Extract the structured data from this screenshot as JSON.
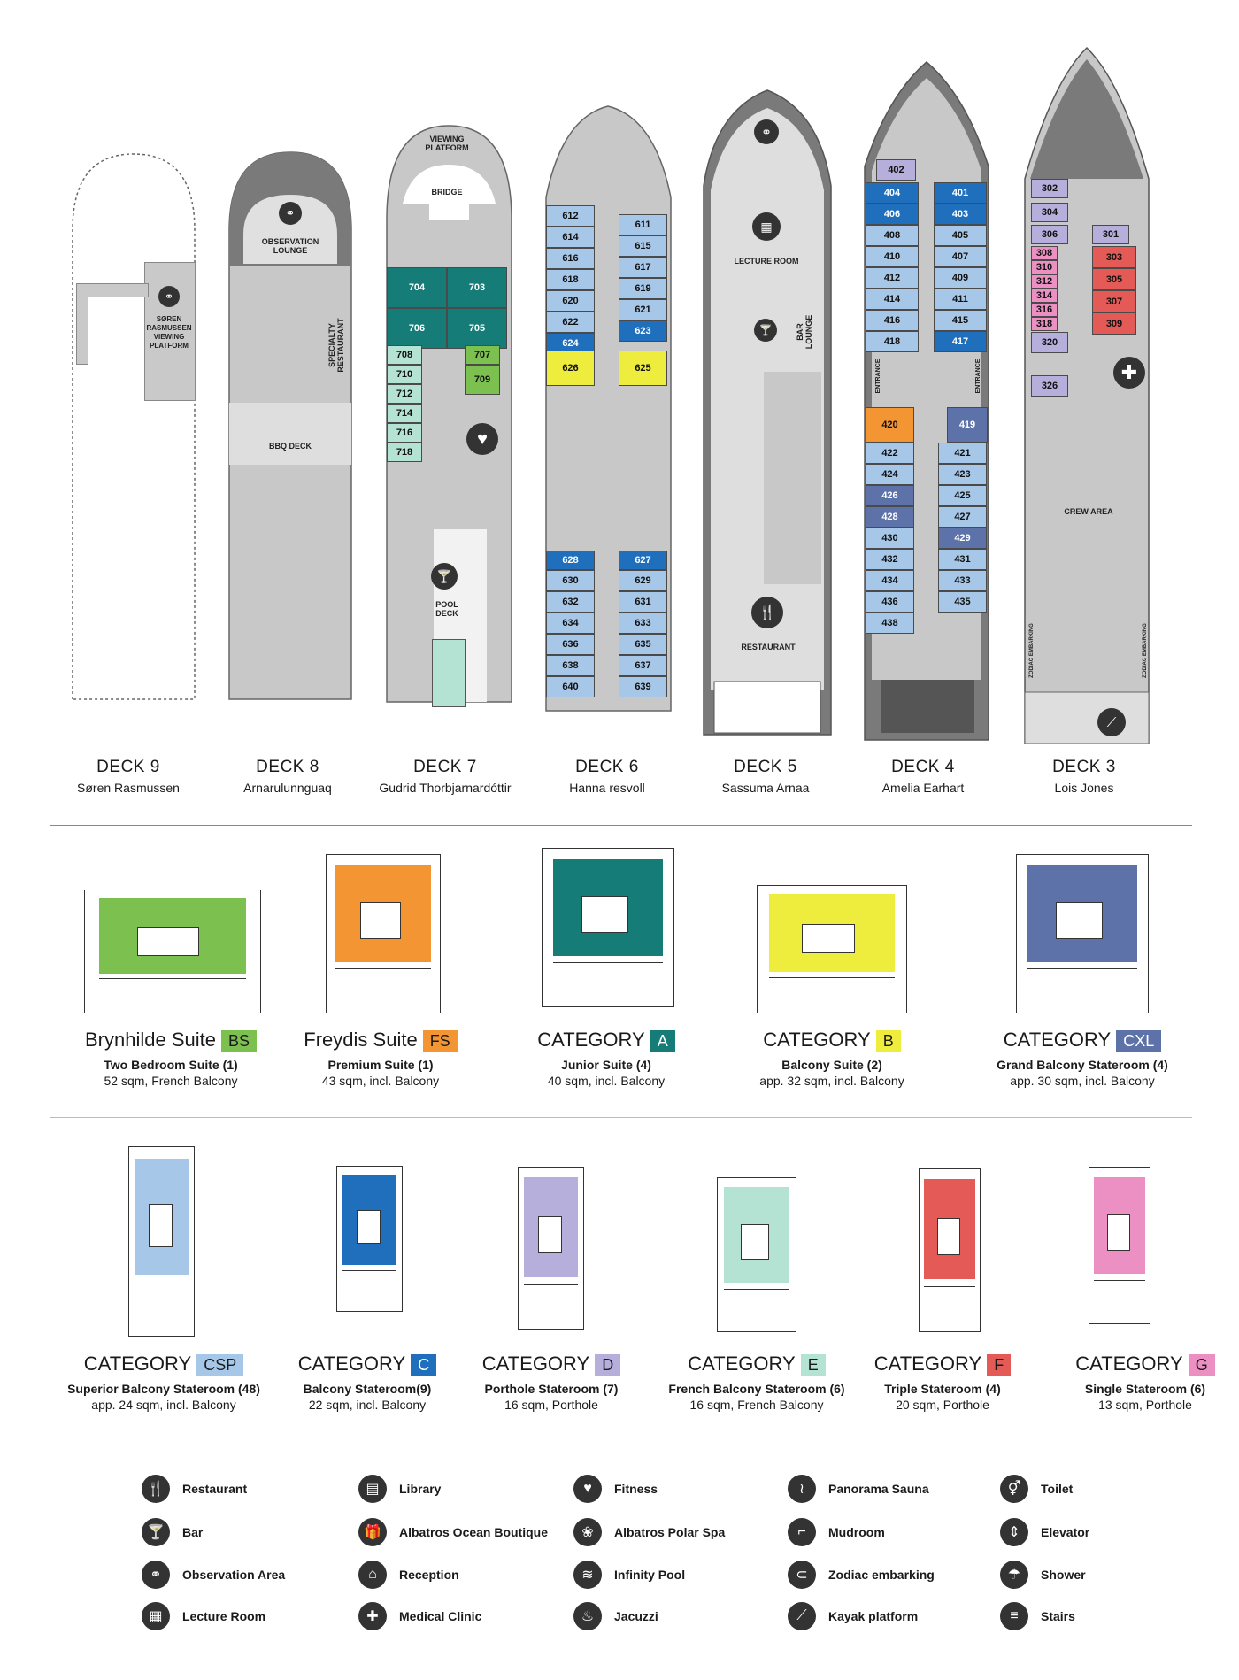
{
  "decks": [
    {
      "name": "DECK 9",
      "sub": "Søren Rasmussen"
    },
    {
      "name": "DECK 8",
      "sub": "Arnarulunnguaq"
    },
    {
      "name": "DECK 7",
      "sub": "Gudrid Thorbjarnardóttir"
    },
    {
      "name": "DECK 6",
      "sub": "Hanna resvoll"
    },
    {
      "name": "DECK 5",
      "sub": "Sassuma Arnaa"
    },
    {
      "name": "DECK 4",
      "sub": "Amelia Earhart"
    },
    {
      "name": "DECK 3",
      "sub": "Lois Jones"
    }
  ],
  "deck_labels": {
    "d9_platform": "SØREN RASMUSSEN VIEWING PLATFORM",
    "d8_obs": "OBSERVATION LOUNGE",
    "d8_spec": "SPECIALTY RESTAURANT",
    "d8_bbq": "BBQ DECK",
    "d7_view": "VIEWING PLATFORM",
    "d7_bridge": "BRIDGE",
    "d7_pool": "POOL DECK",
    "d5_lecture": "LECTURE ROOM",
    "d5_bar": "BAR LOUNGE",
    "d5_rest": "RESTAURANT",
    "d4_entrance": "ENTRANCE",
    "d3_crew": "CREW AREA",
    "d3_zodiac": "ZODIAC EMBARKING"
  },
  "cabins": {
    "d7": [
      "704",
      "703",
      "706",
      "705",
      "708",
      "707",
      "710",
      "709",
      "712",
      "714",
      "716",
      "718"
    ],
    "d6": [
      "612",
      "611",
      "614",
      "615",
      "616",
      "617",
      "618",
      "619",
      "620",
      "621",
      "622",
      "623",
      "624",
      "625",
      "626",
      "627",
      "628",
      "629",
      "630",
      "631",
      "632",
      "633",
      "634",
      "635",
      "636",
      "637",
      "638",
      "639",
      "640"
    ],
    "d4": [
      "402",
      "404",
      "401",
      "406",
      "403",
      "408",
      "405",
      "410",
      "407",
      "412",
      "409",
      "414",
      "411",
      "416",
      "415",
      "418",
      "417",
      "419",
      "420",
      "421",
      "422",
      "423",
      "424",
      "425",
      "426",
      "427",
      "428",
      "429",
      "430",
      "431",
      "432",
      "433",
      "434",
      "435",
      "436",
      "438"
    ],
    "d3": [
      "302",
      "304",
      "306",
      "301",
      "308",
      "303",
      "310",
      "312",
      "305",
      "314",
      "307",
      "316",
      "318",
      "309",
      "320",
      "326"
    ]
  },
  "categories_row1": [
    {
      "title": "Brynhilde Suite",
      "badge": "BS",
      "color": "#7cc04f",
      "bold": "Two Bedroom Suite (1)",
      "desc": "52 sqm, French Balcony"
    },
    {
      "title": "Freydis Suite",
      "badge": "FS",
      "color": "#f49533",
      "bold": "Premium Suite (1)",
      "desc": "43 sqm, incl. Balcony"
    },
    {
      "title": "CATEGORY",
      "badge": "A",
      "color": "#167c77",
      "bold": "Junior Suite (4)",
      "desc": "40 sqm, incl. Balcony"
    },
    {
      "title": "CATEGORY",
      "badge": "B",
      "color": "#eeec3d",
      "bold": "Balcony Suite (2)",
      "desc": "app. 32 sqm, incl. Balcony"
    },
    {
      "title": "CATEGORY",
      "badge": "CXL",
      "color": "#5d72a9",
      "bold": "Grand Balcony Stateroom (4)",
      "desc": "app. 30 sqm, incl. Balcony"
    }
  ],
  "categories_row2": [
    {
      "title": "CATEGORY",
      "badge": "CSP",
      "color": "#a7c7e8",
      "bold": "Superior Balcony Stateroom (48)",
      "desc": "app. 24 sqm, incl. Balcony"
    },
    {
      "title": "CATEGORY",
      "badge": "C",
      "color": "#1f6fbd",
      "bold": "Balcony Stateroom(9)",
      "desc": "22 sqm, incl. Balcony"
    },
    {
      "title": "CATEGORY",
      "badge": "D",
      "color": "#b6afdc",
      "bold": "Porthole Stateroom (7)",
      "desc": "16 sqm, Porthole"
    },
    {
      "title": "CATEGORY",
      "badge": "E",
      "color": "#b4e3d4",
      "bold": "French Balcony Stateroom (6)",
      "desc": "16 sqm, French Balcony"
    },
    {
      "title": "CATEGORY",
      "badge": "F",
      "color": "#e35a57",
      "bold": "Triple Stateroom (4)",
      "desc": "20 sqm, Porthole"
    },
    {
      "title": "CATEGORY",
      "badge": "G",
      "color": "#ec8fc3",
      "bold": "Single Stateroom (6)",
      "desc": "13 sqm, Porthole"
    }
  ],
  "legend": [
    {
      "label": "Restaurant",
      "icon": "restaurant-icon",
      "glyph": "🍴"
    },
    {
      "label": "Bar",
      "icon": "bar-icon",
      "glyph": "🍸"
    },
    {
      "label": "Observation Area",
      "icon": "binoculars-icon",
      "glyph": "⚭"
    },
    {
      "label": "Lecture Room",
      "icon": "lecture-room-icon",
      "glyph": "▦"
    },
    {
      "label": "Library",
      "icon": "library-icon",
      "glyph": "▤"
    },
    {
      "label": "Albatros Ocean Boutique",
      "icon": "gift-icon",
      "glyph": "🎁"
    },
    {
      "label": "Reception",
      "icon": "reception-icon",
      "glyph": "⌂"
    },
    {
      "label": "Medical Clinic",
      "icon": "medical-icon",
      "glyph": "✚"
    },
    {
      "label": "Fitness",
      "icon": "heart-icon",
      "glyph": "♥"
    },
    {
      "label": "Albatros Polar Spa",
      "icon": "spa-icon",
      "glyph": "❀"
    },
    {
      "label": "Infinity Pool",
      "icon": "pool-icon",
      "glyph": "≋"
    },
    {
      "label": "Jacuzzi",
      "icon": "jacuzzi-icon",
      "glyph": "♨"
    },
    {
      "label": "Panorama Sauna",
      "icon": "sauna-icon",
      "glyph": "≀"
    },
    {
      "label": "Mudroom",
      "icon": "boot-icon",
      "glyph": "⌐"
    },
    {
      "label": "Zodiac embarking",
      "icon": "zodiac-icon",
      "glyph": "⊂"
    },
    {
      "label": "Kayak platform",
      "icon": "kayak-icon",
      "glyph": "⟋"
    },
    {
      "label": "Toilet",
      "icon": "toilet-icon",
      "glyph": "⚥"
    },
    {
      "label": "Elevator",
      "icon": "elevator-icon",
      "glyph": "⇕"
    },
    {
      "label": "Shower",
      "icon": "shower-icon",
      "glyph": "☂"
    },
    {
      "label": "Stairs",
      "icon": "stairs-icon",
      "glyph": "≡"
    }
  ],
  "colors": {
    "bs": "#7cc04f",
    "fs": "#f49533",
    "a": "#167c77",
    "b": "#eeec3d",
    "cxl": "#5d72a9",
    "csp": "#a7c7e8",
    "c": "#1f6fbd",
    "d": "#b6afdc",
    "e": "#b4e3d4",
    "f": "#e35a57",
    "g": "#ec8fc3",
    "hull_dark": "#7a7a7a",
    "hull_mid": "#c8c8c8",
    "hull_light": "#dedede"
  }
}
